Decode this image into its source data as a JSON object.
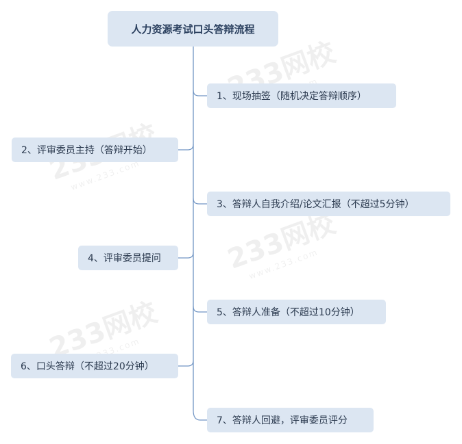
{
  "root": {
    "label": "人力资源考试口头答辩流程"
  },
  "steps": [
    {
      "label": "1、现场抽签（随机决定答辩顺序）",
      "side": "right"
    },
    {
      "label": "2、评审委员主持（答辩开始）",
      "side": "left"
    },
    {
      "label": "3、答辩人自我介绍/论文汇报（不超过5分钟）",
      "side": "right"
    },
    {
      "label": "4、评审委员提问",
      "side": "left"
    },
    {
      "label": "5、答辩人准备（不超过10分钟）",
      "side": "right"
    },
    {
      "label": "6、口头答辩（不超过20分钟）",
      "side": "left"
    },
    {
      "label": "7、答辩人回避，评审委员评分",
      "side": "right"
    }
  ],
  "watermark": {
    "brand": "233网校",
    "url": "www.233.com"
  },
  "colors": {
    "node": "#dce6f2",
    "line": "#7195c4",
    "text": "#2b3a4f"
  }
}
